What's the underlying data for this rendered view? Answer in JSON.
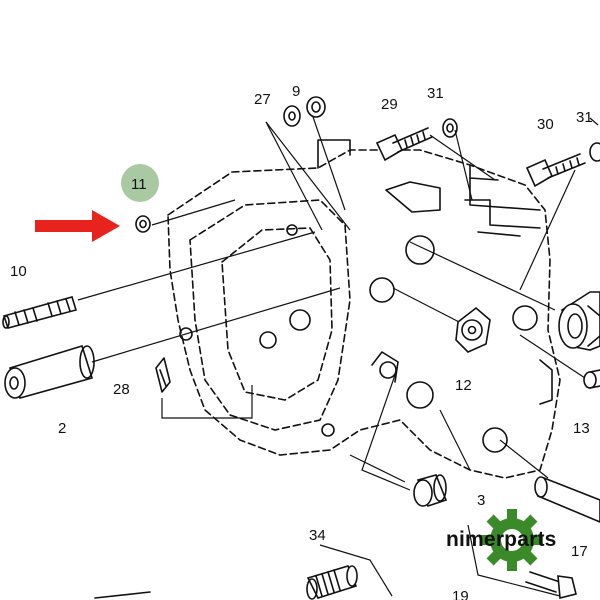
{
  "diagram": {
    "callouts": [
      "27",
      "9",
      "29",
      "31",
      "30",
      "31",
      "11",
      "10",
      "28",
      "2",
      "12",
      "13",
      "3",
      "34",
      "17",
      "19"
    ],
    "highlighted_callout": "11",
    "highlight_color": "#a9c9a2",
    "arrow_color": "#e8231e"
  },
  "watermark": {
    "text": "nimerparts",
    "gear_color": "#3a8a2a"
  }
}
